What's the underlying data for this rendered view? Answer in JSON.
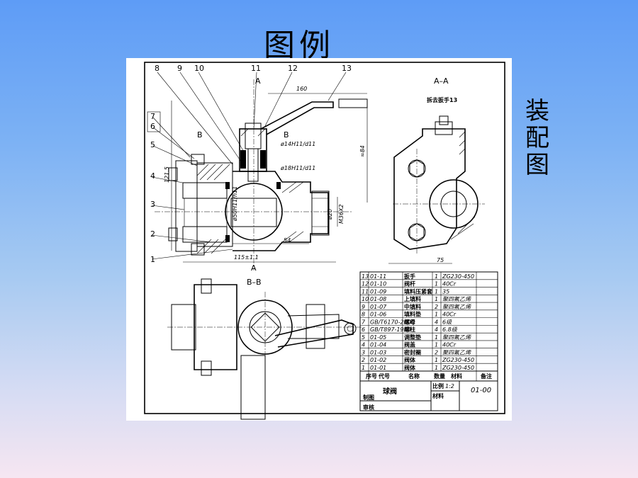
{
  "title": "图例",
  "side_label": [
    "装",
    "配",
    "图"
  ],
  "drawing": {
    "balloons": [
      "8",
      "9",
      "10",
      "11",
      "12",
      "13",
      "7",
      "6",
      "5",
      "4",
      "3",
      "2",
      "1"
    ],
    "section_aa": "A–A",
    "section_aa_note": "拆去扳手13",
    "section_bb": "B–B",
    "cut_a": "A",
    "cut_a2": "A",
    "cut_b": "B",
    "cut_b2": "B",
    "dimensions": {
      "d160": "160",
      "d121": "121.5",
      "d84": "≈84",
      "fit1": "ø14H11/d11",
      "fit2": "ø18H11/d11",
      "fit3": "ø50H11/h11",
      "d20": "ø20",
      "m36": "M36X2",
      "d54": "54",
      "d115": "115±1.1",
      "d75": "75"
    },
    "parts_table": {
      "rows": [
        [
          "13",
          "01-11",
          "扳手",
          "1",
          "ZG230-450"
        ],
        [
          "12",
          "01-10",
          "阀杆",
          "1",
          "40Cr"
        ],
        [
          "11",
          "01-09",
          "填料压紧套",
          "1",
          "35"
        ],
        [
          "10",
          "01-08",
          "上填料",
          "1",
          "聚四氟乙烯"
        ],
        [
          "9",
          "01-07",
          "中填料",
          "2",
          "聚四氟乙烯"
        ],
        [
          "8",
          "01-06",
          "填料垫",
          "1",
          "40Cr"
        ],
        [
          "7",
          "GB/T6170-2000",
          "螺母",
          "4",
          "6级"
        ],
        [
          "6",
          "GB/T897-1988",
          "螺柱",
          "4",
          "6.8级"
        ],
        [
          "5",
          "01-05",
          "调整垫",
          "1",
          "聚四氟乙烯"
        ],
        [
          "4",
          "01-04",
          "阀盖",
          "1",
          "40Cr"
        ],
        [
          "3",
          "01-03",
          "密封圈",
          "2",
          "聚四氟乙烯"
        ],
        [
          "2",
          "01-02",
          "阀体",
          "1",
          "ZG230-450"
        ],
        [
          "1",
          "01-01",
          "阀体",
          "1",
          "ZG230-450"
        ]
      ],
      "header": [
        "序号",
        "代号",
        "名称",
        "数量",
        "材料",
        "备注"
      ],
      "name": "球阀",
      "scale_label": "比例",
      "scale": "1:2",
      "material_label": "材料",
      "drawing_no": "01-00",
      "drawn_by": "制图",
      "checked_by": "审核"
    }
  }
}
